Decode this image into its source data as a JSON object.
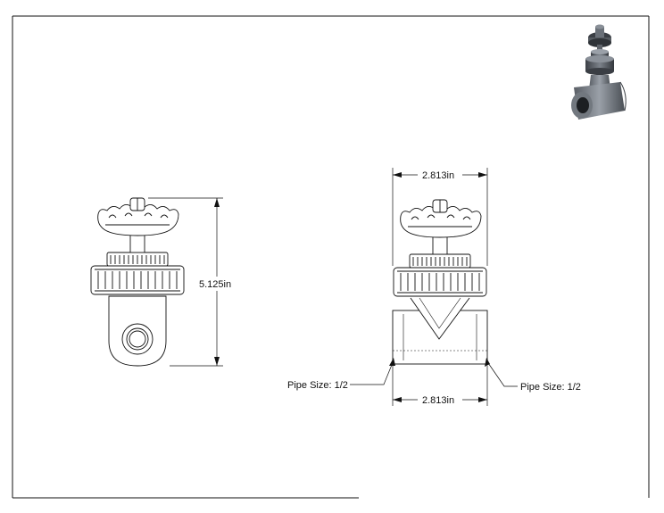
{
  "drawing": {
    "dimensions": {
      "height": "5.125in",
      "top_width": "2.813in",
      "bottom_width": "2.813in"
    },
    "callouts": {
      "left_pipe_size": "Pipe Size: 1/2",
      "right_pipe_size": "Pipe Size: 1/2"
    }
  }
}
